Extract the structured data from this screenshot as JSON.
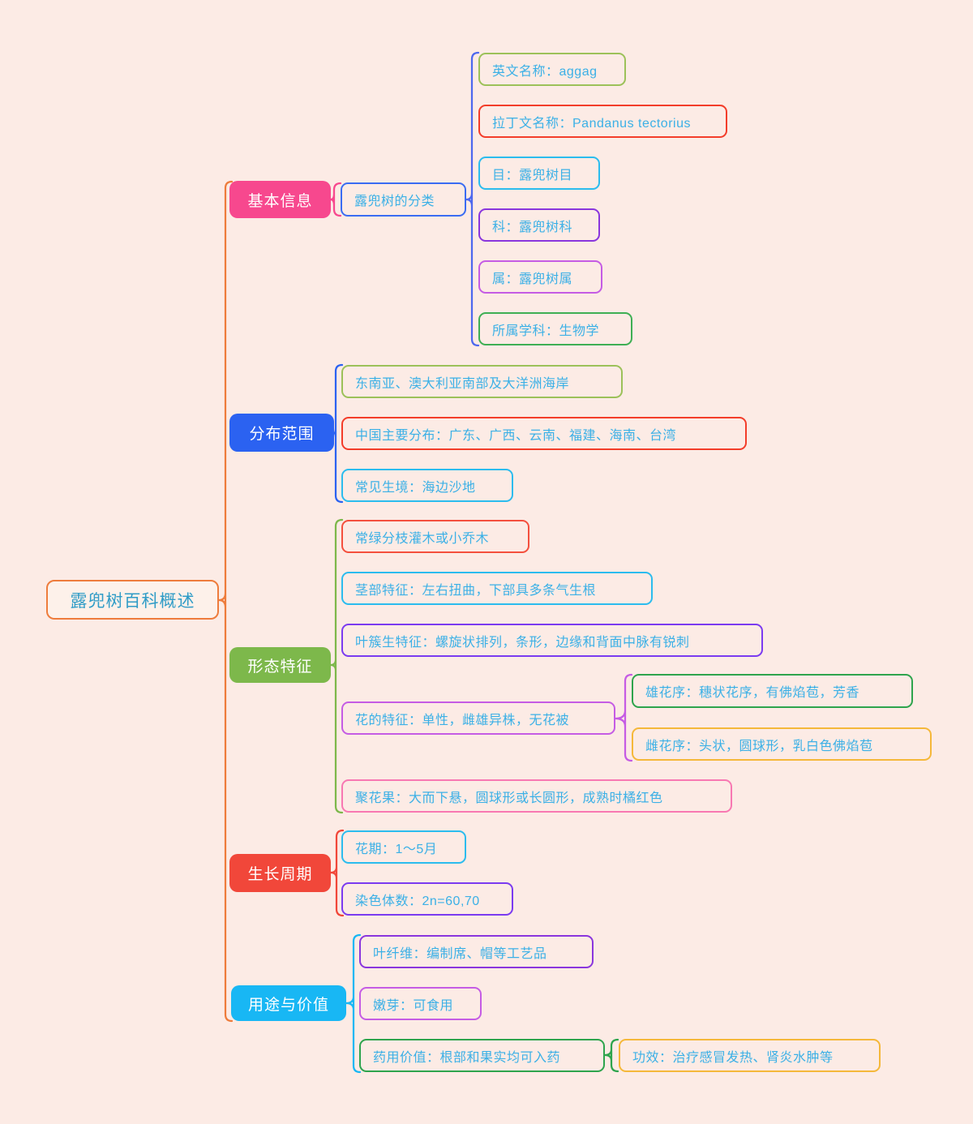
{
  "background_color": "#fcebe5",
  "root": {
    "label": "露兜树百科概述",
    "border_color": "#ee7c3c",
    "text_color": "#2f9cc7"
  },
  "branches": [
    {
      "label": "基本信息",
      "color": "#f7488e",
      "children": [
        {
          "label": "露兜树的分类",
          "border_color": "#3a6cf2",
          "children": [
            {
              "label": "英文名称：aggag",
              "border_color": "#9cc159"
            },
            {
              "label": "拉丁文名称：Pandanus tectorius",
              "border_color": "#f33d2a"
            },
            {
              "label": "目：露兜树目",
              "border_color": "#2bbcee"
            },
            {
              "label": "科：露兜树科",
              "border_color": "#8a36dd"
            },
            {
              "label": "属：露兜树属",
              "border_color": "#c55ce4"
            },
            {
              "label": "所属学科：生物学",
              "border_color": "#3eaf54"
            }
          ]
        }
      ]
    },
    {
      "label": "分布范围",
      "color": "#2b62f1",
      "children": [
        {
          "label": "东南亚、澳大利亚南部及大洋洲海岸",
          "border_color": "#9cc159"
        },
        {
          "label": "中国主要分布：广东、广西、云南、福建、海南、台湾",
          "border_color": "#f33d2a"
        },
        {
          "label": "常见生境：海边沙地",
          "border_color": "#2bbcee"
        }
      ]
    },
    {
      "label": "形态特征",
      "color": "#7db84b",
      "children": [
        {
          "label": "常绿分枝灌木或小乔木",
          "border_color": "#f4503e"
        },
        {
          "label": "茎部特征：左右扭曲，下部具多条气生根",
          "border_color": "#2bbcee"
        },
        {
          "label": "叶簇生特征：螺旋状排列，条形，边缘和背面中脉有锐刺",
          "border_color": "#7b3bf0"
        },
        {
          "label": "花的特征：单性，雌雄异株，无花被",
          "border_color": "#c55ce4",
          "children": [
            {
              "label": "雄花序：穗状花序，有佛焰苞，芳香",
              "border_color": "#2ea44d"
            },
            {
              "label": "雌花序：头状，圆球形，乳白色佛焰苞",
              "border_color": "#f5b83a"
            }
          ]
        },
        {
          "label": "聚花果：大而下悬，圆球形或长圆形，成熟时橘红色",
          "border_color": "#f878b2"
        }
      ]
    },
    {
      "label": "生长周期",
      "color": "#f1473a",
      "children": [
        {
          "label": "花期：1～5月",
          "border_color": "#2bbcee"
        },
        {
          "label": "染色体数：2n=60,70",
          "border_color": "#7b3bf0"
        }
      ]
    },
    {
      "label": "用途与价值",
      "color": "#18b7f4",
      "children": [
        {
          "label": "叶纤维：编制席、帽等工艺品",
          "border_color": "#8a36dd"
        },
        {
          "label": "嫩芽：可食用",
          "border_color": "#c55ce4"
        },
        {
          "label": "药用价值：根部和果实均可入药",
          "border_color": "#2ea44d",
          "children": [
            {
              "label": "功效：治疗感冒发热、肾炎水肿等",
              "border_color": "#f5b83a"
            }
          ]
        }
      ]
    }
  ]
}
